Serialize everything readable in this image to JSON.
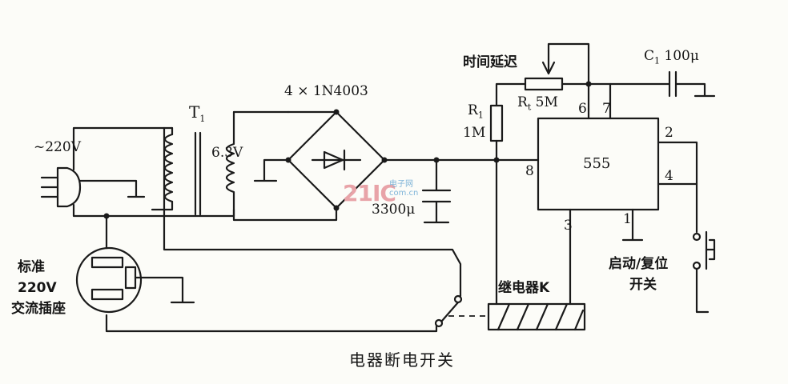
{
  "labels": {
    "ac_in": "~220V",
    "transformer": "T",
    "transformer_sub": "1",
    "secondary": "6.3V",
    "bridge": "4 × 1N4003",
    "filter_cap": "3300μ",
    "r1": "R",
    "r1_sub": "1",
    "r1_value": "1M",
    "delay": "时间延迟",
    "rt": "R",
    "rt_sub": "t",
    "rt_value": "5M",
    "c1": "C",
    "c1_sub": "1",
    "c1_value": "100μ",
    "ic": "555",
    "pin6": "6",
    "pin7": "7",
    "pin2": "2",
    "pin4": "4",
    "pin8": "8",
    "pin3": "3",
    "pin1": "1",
    "socket_line1": "标准",
    "socket_line2": "220V",
    "socket_line3": "交流插座",
    "relay": "继电器K",
    "switch_line1": "启动/复位",
    "switch_line2": "开关",
    "caption": "电器断电开关"
  },
  "watermark": {
    "text": "21IC",
    "sub1": "电子网",
    "sub2": "com.cn"
  }
}
